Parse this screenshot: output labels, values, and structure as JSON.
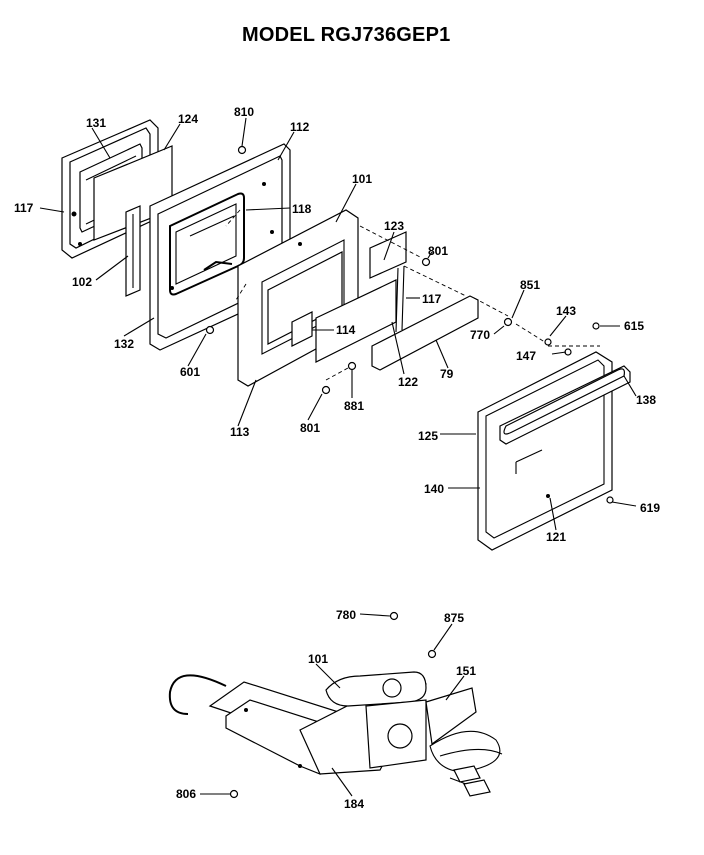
{
  "title": "MODEL RGJ736GEP1",
  "callouts": {
    "c131": "131",
    "c124": "124",
    "c810": "810",
    "c112": "112",
    "c117a": "117",
    "c101a": "101",
    "c118": "118",
    "c123": "123",
    "c801a": "801",
    "c102": "102",
    "c851": "851",
    "c143": "143",
    "c615": "615",
    "c117b": "117",
    "c770": "770",
    "c114": "114",
    "c147": "147",
    "c132": "132",
    "c601": "601",
    "c122": "122",
    "c79": "79",
    "c138": "138",
    "c881": "881",
    "c113": "113",
    "c801b": "801",
    "c125": "125",
    "c140": "140",
    "c619": "619",
    "c121": "121",
    "c780": "780",
    "c875": "875",
    "c101b": "101",
    "c151": "151",
    "c806": "806",
    "c184": "184"
  }
}
